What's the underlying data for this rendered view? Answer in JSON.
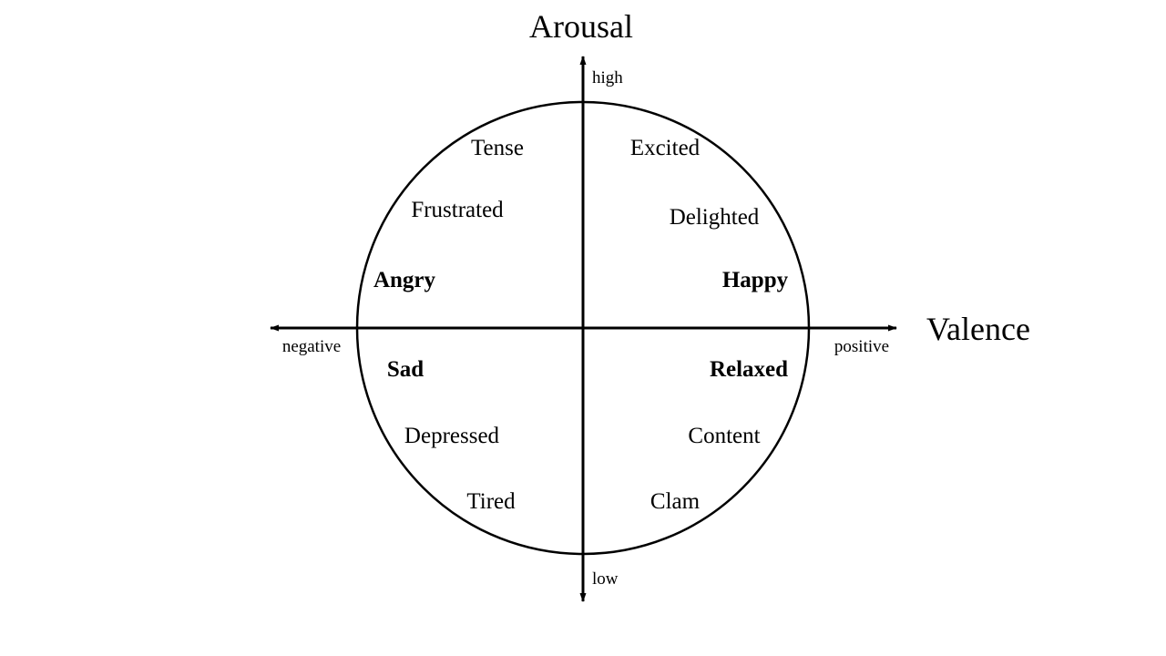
{
  "axes": {
    "vertical": {
      "title": "Arousal",
      "high": "high",
      "low": "low"
    },
    "horizontal": {
      "title": "Valence",
      "negative": "negative",
      "positive": "positive"
    }
  },
  "emotions": {
    "tense": "Tense",
    "excited": "Excited",
    "frustrated": "Frustrated",
    "delighted": "Delighted",
    "angry": "Angry",
    "happy": "Happy",
    "sad": "Sad",
    "relaxed": "Relaxed",
    "depressed": "Depressed",
    "content": "Content",
    "tired": "Tired",
    "clam": "Clam"
  },
  "colors": {
    "ink": "#000000",
    "background": "#ffffff"
  }
}
